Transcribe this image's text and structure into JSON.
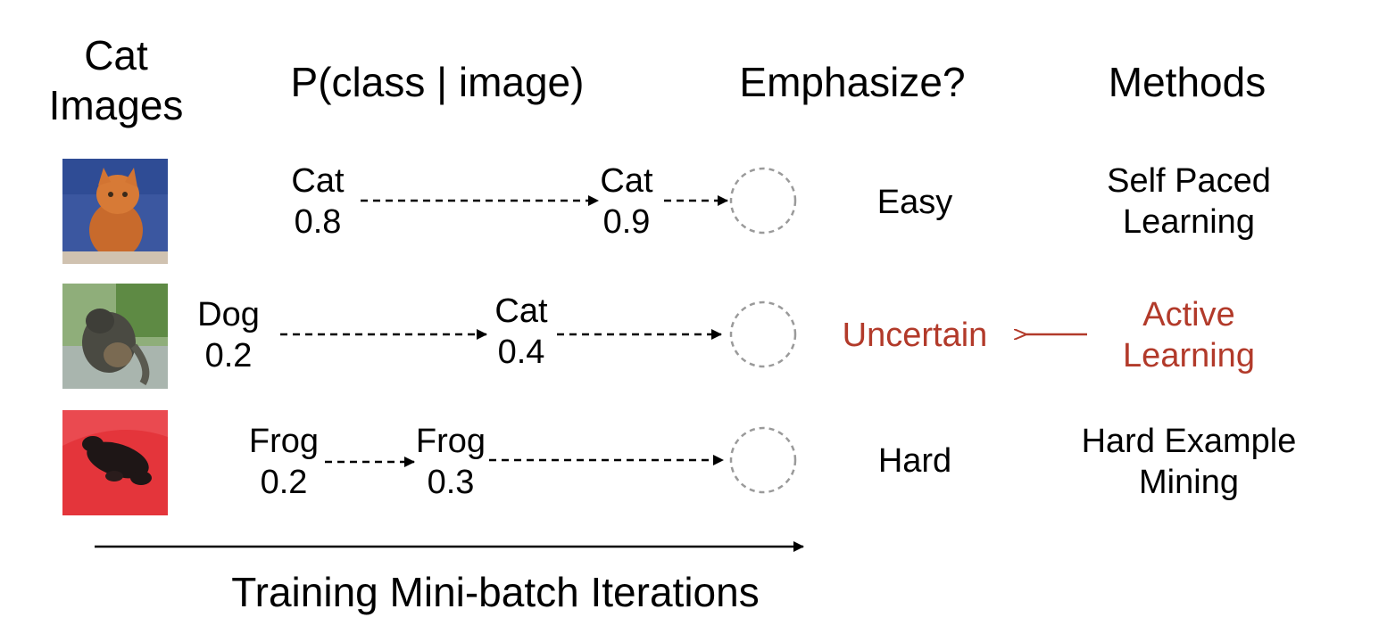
{
  "headers": {
    "images_line1": "Cat",
    "images_line2": "Images",
    "prob": "P(class | image)",
    "emphasize": "Emphasize?",
    "methods": "Methods"
  },
  "rows": [
    {
      "image": "cat-image",
      "steps": [
        {
          "cls": "Cat",
          "p": "0.8"
        },
        {
          "cls": "Cat",
          "p": "0.9"
        }
      ],
      "emphasis": "Easy",
      "method_line1": "Self Paced",
      "method_line2": "Learning"
    },
    {
      "image": "cat-with-dog-like-appearance-image",
      "steps": [
        {
          "cls": "Dog",
          "p": "0.2"
        },
        {
          "cls": "Cat",
          "p": "0.4"
        }
      ],
      "emphasis": "Uncertain",
      "method_line1": "Active",
      "method_line2": "Learning"
    },
    {
      "image": "frog-like-cat-image",
      "steps": [
        {
          "cls": "Frog",
          "p": "0.2"
        },
        {
          "cls": "Frog",
          "p": "0.3"
        }
      ],
      "emphasis": "Hard",
      "method_line1": "Hard Example",
      "method_line2": "Mining"
    }
  ],
  "footer": "Training Mini-batch Iterations",
  "colors": {
    "highlight": "#b23a2a",
    "circle": "#9a9a9a",
    "text": "#000000"
  }
}
